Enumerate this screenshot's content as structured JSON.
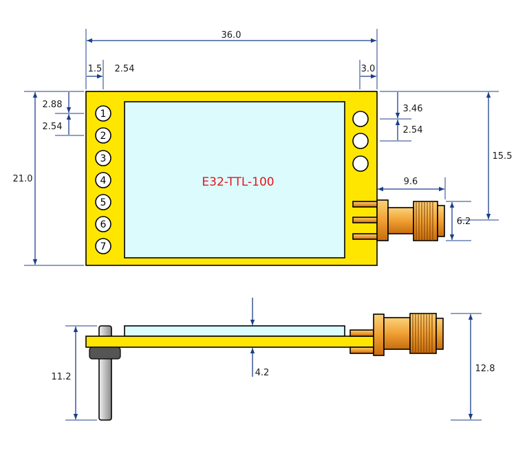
{
  "module": {
    "label": "E32-TTL-100",
    "label_color": "#e8131b",
    "board_color": "#ffe600",
    "screen_color": "#dcfbfd",
    "connector_color": "#f0a033"
  },
  "pins": [
    "1",
    "2",
    "3",
    "4",
    "5",
    "6",
    "7"
  ],
  "dimensions": {
    "total_width": "36.0",
    "edge_left": "1.5",
    "pin_pitch_top": "2.54",
    "edge_right": "3.0",
    "pin1_offset": "2.88",
    "pin_pitch_left": "2.54",
    "total_height": "21.0",
    "right_top_offset": "3.46",
    "right_pitch": "2.54",
    "antenna_center": "15.5",
    "antenna_length": "9.6",
    "antenna_diameter": "6.2",
    "board_thickness": "4.2",
    "pin_height": "11.2",
    "overall_height": "12.8"
  }
}
